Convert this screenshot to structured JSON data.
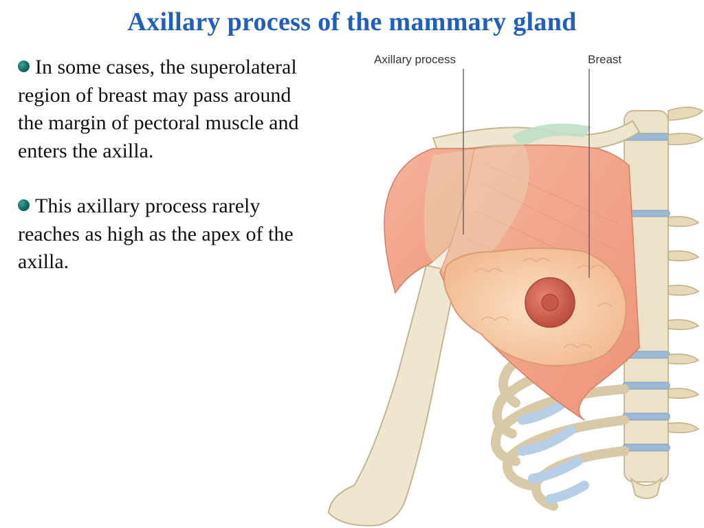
{
  "slide": {
    "title": "Axillary process of the mammary gland"
  },
  "bullets": [
    {
      "text": "In some cases, the superolateral region of breast may pass around the margin of pectoral muscle and enters the axilla."
    },
    {
      "text": "This axillary process rarely reaches as high as the apex of the axilla."
    }
  ],
  "figure": {
    "labels": {
      "axillary_process": "Axillary process",
      "breast": "Breast"
    },
    "colors": {
      "muscle": "#f2a48c",
      "bone": "#efe6d0",
      "cartilage": "#b7cfe6",
      "breast_tissue": "#f8d2ae",
      "nipple": "#d4654f"
    }
  }
}
